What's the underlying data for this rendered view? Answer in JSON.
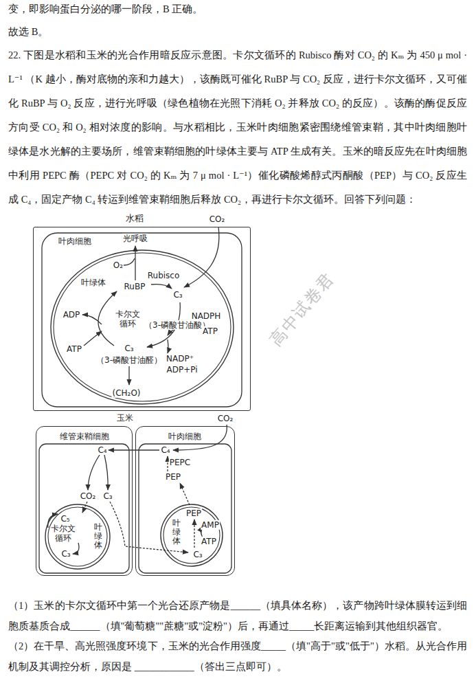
{
  "diagram": {
    "nodes": [
      {
        "text": [
          "水稻",
          "叶肉细胞"
        ]
      },
      {
        "text": [
          "叶绿体"
        ],
        "in": 0
      },
      {
        "text": [
          "维管束鞘细胞"
        ]
      },
      {
        "text": [
          "叶绿体"
        ],
        "in": 2
      },
      {
        "text": [
          "叶肉细胞"
        ]
      },
      {
        "text": [
          "叶绿体"
        ],
        "in": 4
      }
    ],
    "labels": [
      "变，即影响蛋白分泌的哪一阶段，B 正确。",
      "故选 B。",
      "22. 下图是水稻和玉米的光合作用暗反应示意图。卡尔文循环的 Rubisco 酶对 CO₂ 的 Kₘ 为 450 μ mol · L⁻¹ （K 越小，酶对底物的亲和力越大），该酶既可催化 RuBP 与 CO₂ 反应，进行卡尔文循环，又可催化 RuBP 与 O₂ 反应，进行光呼吸（绿色植物在光照下消耗 O₂ 并释放 CO₂ 的反应）。该酶的酶促反应方向受 CO₂ 和 O₂ 相对浓度的影响。与水稻相比，玉米叶肉细胞紧密围绕维管束鞘，其中叶肉细胞叶绿体是水光解的主要场所，维管束鞘细胞的叶绿体主要与 ATP 生成有关。玉米的暗反应先在叶肉细胞中利用 PEPC 酶（PEPC 对 CO₂ 的 Kₘ 为 7 μ mol · L⁻¹）催化磷酸烯醇式丙酮酸（PEP）与 CO₂ 反应生成 C₄，固定产物 C₄ 转运到维管束鞘细胞后释放 CO₂，再进行卡尔文循环。回答下列问题：",
      "CO₂",
      "光呼吸",
      "O₂",
      "RuBP",
      "Rubisco",
      "C₃",
      "卡尔文 循环",
      "（3-磷酸甘油酸）",
      "ADP",
      "NADPH",
      "ATP",
      "ATP",
      "C₃",
      "（3-磷酸甘油醛）",
      "NADP⁺",
      "ADP+Pi",
      "(CH₂O)",
      "玉米",
      "CO₂",
      "C₄",
      "C₄",
      "PEPC",
      "PEP",
      "CO₂",
      "C₃",
      "C₅",
      "卡尔文 循环",
      "C₃",
      "PEP",
      "AMP",
      "ATP",
      "C₃",
      "高中试卷君",
      "（1）玉米的卡尔文循环中第一个光合还原产物是______（填具体名称），该产物跨叶绿体膜转运到细胞质基质合成______（填\"葡萄糖\"\"蔗糖\"或\"淀粉\"）后，再通过_____长距离运输到其他组织器官。",
      "（2）在干旱、高光照强度环境下，玉米的光合作用强度_____（填\"高于\"或\"低于\"）水稻。从光合作用机制及其调控分析，原因是 ____________（答出三点即可）。"
    ]
  }
}
